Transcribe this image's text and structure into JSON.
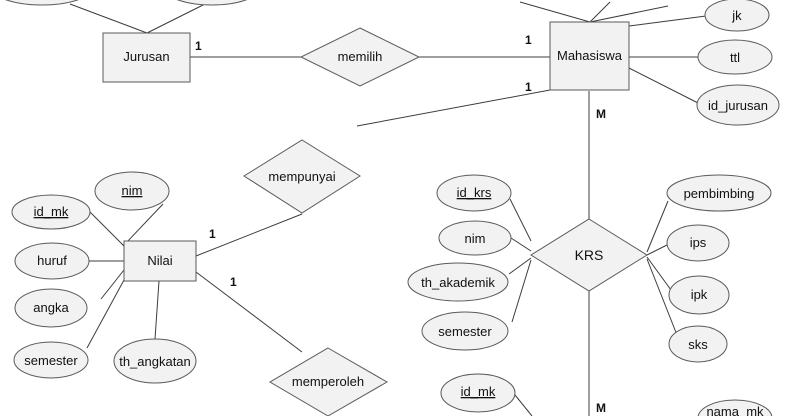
{
  "entities": {
    "jurusan": "Jurusan",
    "mahasiswa": "Mahasiswa",
    "nilai": "Nilai"
  },
  "relationships": {
    "memilih": "memilih",
    "mempunyai": "mempunyai",
    "krs": "KRS",
    "memperoleh": "memperoleh"
  },
  "attributes": {
    "jk": "jk",
    "ttl": "ttl",
    "id_jurusan": "id_jurusan",
    "nilai_nim": "nim",
    "nilai_id_mk": "id_mk",
    "huruf": "huruf",
    "angka": "angka",
    "nilai_semester": "semester",
    "th_angkatan": "th_angkatan",
    "id_krs": "id_krs",
    "krs_nim": "nim",
    "th_akademik": "th_akademik",
    "krs_semester": "semester",
    "pembimbing": "pembimbing",
    "ips": "ips",
    "ipk": "ipk",
    "sks": "sks",
    "bottom_id_mk": "id_mk",
    "nama_mk": "nama_mk"
  },
  "cardinality": {
    "jurusan_memilih": "1",
    "memilih_mahasiswa": "1",
    "mahasiswa_mempunyai": "1",
    "mahasiswa_krs": "M",
    "nilai_mempunyai": "1",
    "nilai_memperoleh": "1",
    "krs_bottom": "M"
  },
  "colors": {
    "fill": "#f2f2f2",
    "stroke": "#5a5a5a",
    "line": "#3c3c3c",
    "text": "#111111"
  }
}
